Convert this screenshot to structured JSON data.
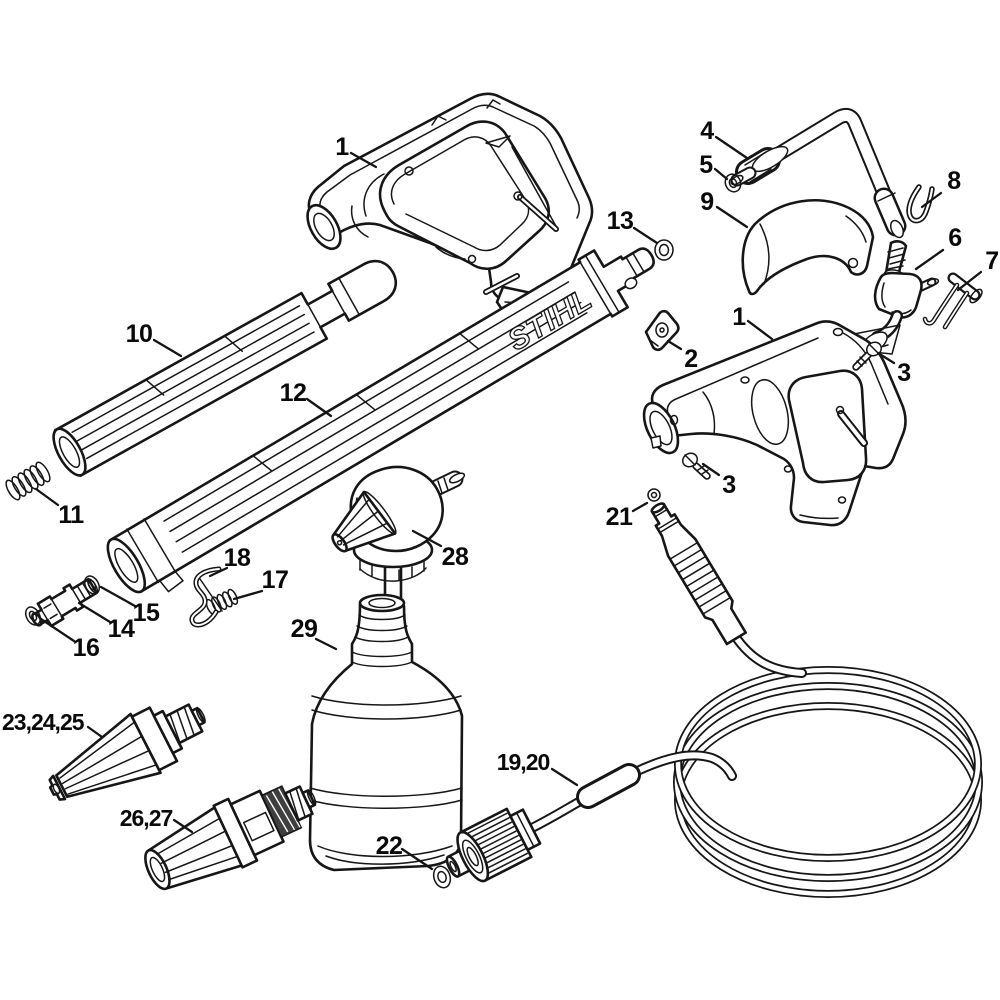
{
  "diagram": {
    "background_color": "#ffffff",
    "line_color": "#161616",
    "label_color": "#0a0a0a",
    "brand_text": "STIHL",
    "callouts": {
      "c1_left": "1",
      "c4": "4",
      "c5": "5",
      "c8": "8",
      "c9": "9",
      "c6": "6",
      "c7": "7",
      "c13": "13",
      "c2": "2",
      "c1_right": "1",
      "c3_upper": "3",
      "c3_lower": "3",
      "c10": "10",
      "c11": "11",
      "c12": "12",
      "c18": "18",
      "c17": "17",
      "c15": "15",
      "c14": "14",
      "c16": "16",
      "c28": "28",
      "c29": "29",
      "c23_24_25": "23,24,25",
      "c26_27": "26,27",
      "c19_20": "19,20",
      "c22": "22",
      "c21": "21"
    }
  }
}
